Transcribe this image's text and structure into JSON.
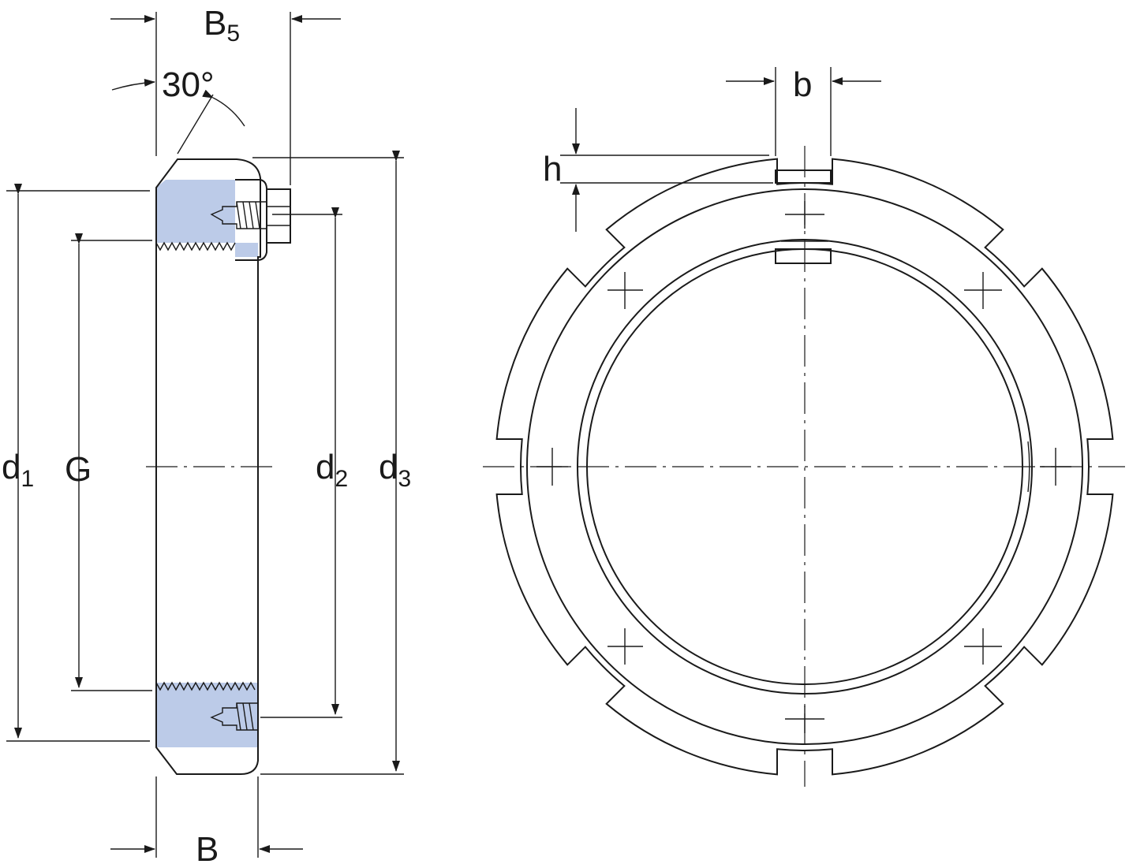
{
  "colors": {
    "line": "#1a1a1a",
    "section_fill": "#bccbe8",
    "background": "#ffffff"
  },
  "labels": {
    "B5": {
      "main": "B",
      "sub": "5"
    },
    "angle": "30°",
    "d1": {
      "main": "d",
      "sub": "1"
    },
    "G": "G",
    "d2": {
      "main": "d",
      "sub": "2"
    },
    "d3": {
      "main": "d",
      "sub": "3"
    },
    "B": "B",
    "b": "b",
    "h": "h"
  }
}
